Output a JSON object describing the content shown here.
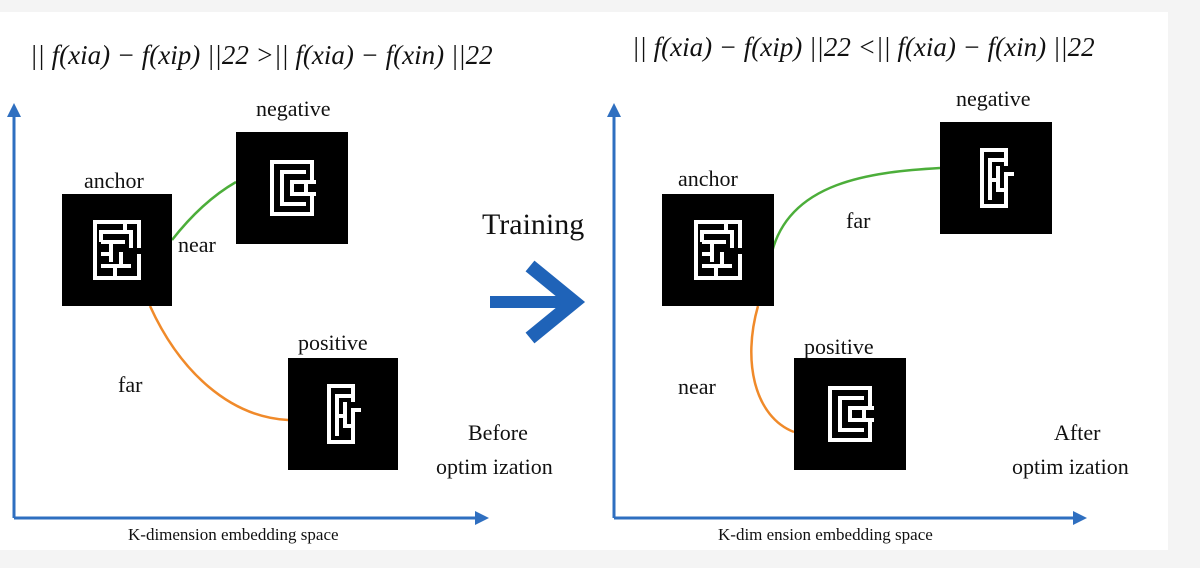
{
  "title_left": "|| f(xia) − f(xip) ||22 >|| f(xia) − f(xin) ||22",
  "title_right": "|| f(xia) − f(xip) ||22 <|| f(xia) − f(xin) ||22",
  "left_panel": {
    "anchor_label": "anchor",
    "negative_label": "negative",
    "positive_label": "positive",
    "negative_edge_label": "near",
    "positive_edge_label": "far",
    "caption_line1": "Before",
    "caption_line2": "optim ization",
    "axis_label": "K-dimension embedding space"
  },
  "middle": {
    "training_label": "Training"
  },
  "right_panel": {
    "anchor_label": "anchor",
    "negative_label": "negative",
    "positive_label": "positive",
    "negative_edge_label": "far",
    "positive_edge_label": "near",
    "caption_line1": "After",
    "caption_line2": "optim ization",
    "axis_label": "K-dim ension embedding space"
  },
  "colors": {
    "axis": "#2f6fc0",
    "arrow": "#1f63b8",
    "near_negative_edge": "#4cae3a",
    "far_positive_edge": "#f08a2a",
    "tile_bg": "#000000",
    "maze": "#ffffff"
  }
}
